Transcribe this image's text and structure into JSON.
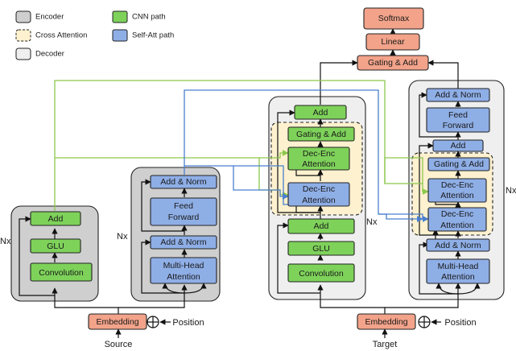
{
  "colors": {
    "encoder_bg": "#cfcfcf",
    "decoder_bg": "#efefef",
    "cross_bg": "#fdf1cf",
    "cnn": "#7ed25a",
    "att": "#8eaee6",
    "salmon": "#f2a38a",
    "green_line": "#8cc84b",
    "blue_line": "#4a7fd0"
  },
  "legend": {
    "encoder": "Encoder",
    "cross_attention": "Cross Attention",
    "decoder": "Decoder",
    "cnn_path": "CNN path",
    "self_att_path": "Self-Att path"
  },
  "cnn_encoder": {
    "nx": "Nx",
    "add": "Add",
    "glu": "GLU",
    "convolution": "Convolution"
  },
  "att_encoder": {
    "nx": "Nx",
    "add_norm_top": "Add & Norm",
    "feed_forward_1": "Feed",
    "feed_forward_2": "Forward",
    "add_norm_bottom": "Add & Norm",
    "mha_1": "Multi-Head",
    "mha_2": "Attention"
  },
  "cnn_decoder": {
    "nx": "Nx",
    "add_top": "Add",
    "gating_add": "Gating & Add",
    "dec_enc_top_1": "Dec-Enc",
    "dec_enc_top_2": "Attention",
    "dec_enc_bottom_1": "Dec-Enc",
    "dec_enc_bottom_2": "Attention",
    "add_bottom": "Add",
    "glu": "GLU",
    "convolution": "Convolution"
  },
  "att_decoder": {
    "nx": "Nx",
    "add_norm_top": "Add & Norm",
    "feed_forward_1": "Feed",
    "feed_forward_2": "Forward",
    "add": "Add",
    "gating_add": "Gating & Add",
    "dec_enc_top_1": "Dec-Enc",
    "dec_enc_top_2": "Attention",
    "dec_enc_bottom_1": "Dec-Enc",
    "dec_enc_bottom_2": "Attention",
    "add_norm_bottom": "Add & Norm",
    "mha_1": "Multi-Head",
    "mha_2": "Attention"
  },
  "output": {
    "softmax": "Softmax",
    "linear": "Linear",
    "gating_add": "Gating & Add"
  },
  "inputs": {
    "embedding_source": "Embedding",
    "position_source": "Position",
    "source": "Source",
    "embedding_target": "Embedding",
    "position_target": "Position",
    "target": "Target"
  }
}
